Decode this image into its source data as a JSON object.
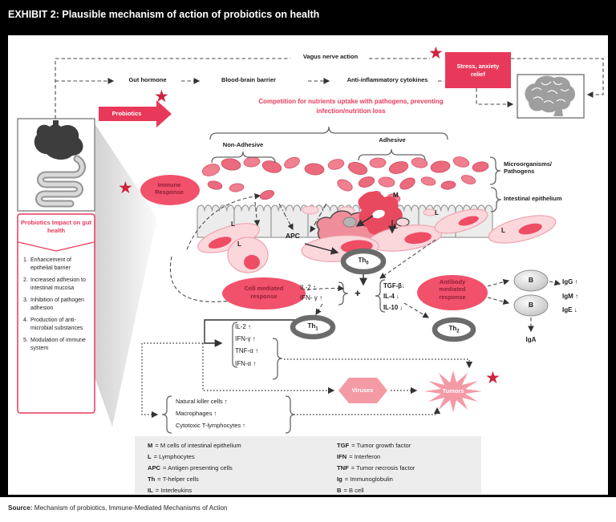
{
  "header": {
    "title": "EXHIBIT 2: Plausible mechanism of action of probiotics on health"
  },
  "top_flow": {
    "vagus_label": "Vagus nerve action",
    "gut_hormone_label": "Gut hormone",
    "bbb_label": "Blood-brain barrier",
    "cytokines_label": "Anti-inflammatory cytokines",
    "stress_label": "Stress, anxiety relief",
    "probiotics_label": "Probiotics",
    "competition_note": "Competition for nutrients uptake with pathogens, preventing infection/nutrition loss"
  },
  "epithelium_scene": {
    "non_adhesive_label": "Non-Adhesive",
    "adhesive_label": "Adhesive",
    "microorganisms_label": "Microorganisms/ Pathogens",
    "intestinal_label": "Intestinal epithelium",
    "immune_response_label": "Immune Response",
    "m_label": "M",
    "l_label": "L",
    "apc_label": "APC"
  },
  "pathways": {
    "th_prefix": "Th",
    "th0_sub": "0",
    "th1_sub": "1",
    "th2_sub": "2",
    "cell_mediated_label": "Cell mediated response",
    "antibody_mediated_label": "Antibody mediated response",
    "plus_sign": "+",
    "th1_cytokines": [
      "IL-2 ↑",
      "IFN- γ ↑"
    ],
    "th2_cytokines": [
      "TGF-β↓",
      "IL-4 ↓",
      "IL-10 ↓"
    ],
    "effector_cytokines": [
      "IL-2 ↑",
      "IFN-γ ↑",
      "TNF-α ↑",
      "IFN-α ↑"
    ],
    "effector_cells": [
      "Natural killer cells ↑",
      "Macrophages ↑",
      "Cytotoxic T-lymphocytes ↑"
    ],
    "b_label": "B",
    "igg": "IgG ↑",
    "igm": "IgM ↑",
    "ige": "IgE ↓",
    "iga": "IgA",
    "viruses_label": "Viruses",
    "tumors_label": "Tumors"
  },
  "impact_box": {
    "title": "Probiotics Impact on gut health",
    "items": [
      {
        "num": "1.",
        "text": "Enhancement of epithelial barrier"
      },
      {
        "num": "2.",
        "text": "Increased adhesion to intestinal mucosa"
      },
      {
        "num": "3.",
        "text": "Inhibition of pathogen adhesion"
      },
      {
        "num": "4.",
        "text": "Production of anti-microbial substances"
      },
      {
        "num": "5.",
        "text": "Modulation of immune system"
      }
    ]
  },
  "legend": {
    "left": [
      {
        "abbr": "M",
        "rest": "= M cells of intestinal epithelium"
      },
      {
        "abbr": "L",
        "rest": "= Lymphocytes"
      },
      {
        "abbr": "APC",
        "rest": "= Antigen presenting cells"
      },
      {
        "abbr": "Th",
        "rest": "= T-helper cells"
      },
      {
        "abbr": "IL",
        "rest": "= Interleukins"
      }
    ],
    "right": [
      {
        "abbr": "TGF",
        "rest": "= Tumor growth factor"
      },
      {
        "abbr": "IFN",
        "rest": "= Interferon"
      },
      {
        "abbr": "TNF",
        "rest": "= Tumor necrosis factor"
      },
      {
        "abbr": "Ig",
        "rest": "= Immunoglobulin"
      },
      {
        "abbr": "B",
        "rest": "= B cell"
      }
    ]
  },
  "source": {
    "label": "Source:",
    "text": " Mechanism of probiotics, Immune-Mediated Mechanisms of Action"
  },
  "icons": {
    "star": "★"
  },
  "colors": {
    "accent_red": "#e8395a",
    "light_pink": "#f49aa5",
    "star_red": "#cf2340",
    "oval_text_red": "#8e2136",
    "legend_bg": "#ededed",
    "header_bg": "#000000"
  }
}
